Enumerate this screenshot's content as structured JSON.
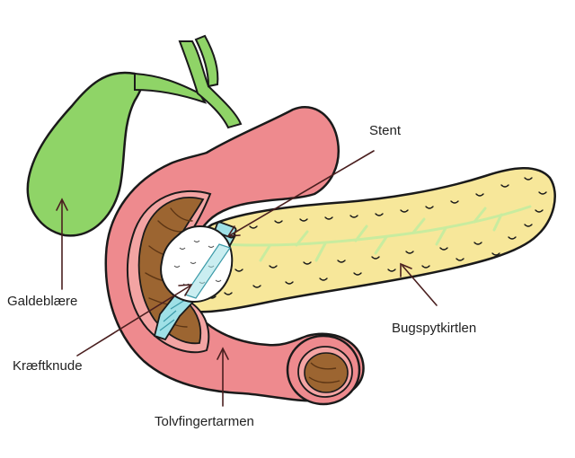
{
  "labels": {
    "gallbladder": "Galdeblære",
    "stent": "Stent",
    "pancreas": "Bugspytkirtlen",
    "tumor": "Kræftknude",
    "duodenum": "Tolvfingertarmen"
  },
  "colors": {
    "gallbladder": "#8fd467",
    "bile_duct": "#8fd467",
    "duodenum": "#ee8a8e",
    "intestine_content": "#9c6531",
    "pancreas": "#f7e79a",
    "pancreatic_duct": "#c8ec9f",
    "tumor": "#ffffff",
    "stent": "#9fe0e6",
    "outline": "#1a1a1a",
    "leader_line": "#4a1f1f"
  }
}
